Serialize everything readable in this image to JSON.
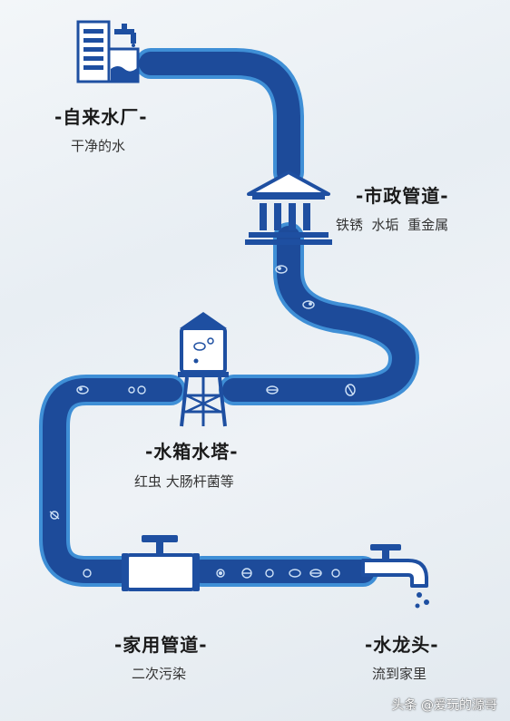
{
  "stages": {
    "waterworks": {
      "title": "-自来水厂-",
      "desc": "干净的水"
    },
    "municipal_pipe": {
      "title": "-市政管道-",
      "desc": "铁锈  水垢  重金属"
    },
    "water_tower": {
      "title": "-水箱水塔-",
      "desc": "红虫 大肠杆菌等"
    },
    "home_pipe": {
      "title": "-家用管道-",
      "desc": "二次污染"
    },
    "faucet": {
      "title": "-水龙头-",
      "desc": "流到家里"
    }
  },
  "watermark": "头条 @爱玩的源哥",
  "colors": {
    "pipe_dark": "#1d4b9a",
    "pipe_light": "#3f8fd6",
    "icon_blue": "#1e4fa1"
  },
  "icons": {
    "waterworks": "factory-icon",
    "municipal": "government-building-icon",
    "tower": "water-tower-icon",
    "valve": "valve-icon",
    "faucet": "faucet-icon",
    "germ": "germ-icon"
  }
}
